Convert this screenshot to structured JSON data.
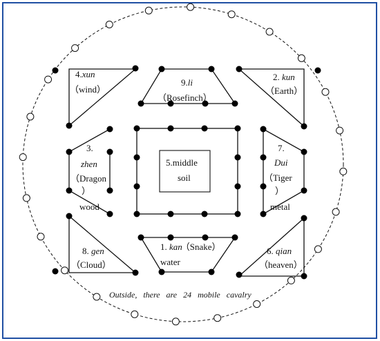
{
  "diagram": {
    "caption": "Outside, there are 24 mobile cavalry",
    "trigrams": {
      "xun": {
        "num": "4.",
        "name": "xun",
        "animal": "（wind）"
      },
      "li": {
        "num": "9.",
        "name": "li",
        "animal": "（Rosefinch）"
      },
      "kun": {
        "num": "2. ",
        "name": "kun",
        "animal": "（Earth）"
      },
      "zhen": {
        "num": "3.",
        "name": "zhen",
        "animal": "（Dragon",
        "close": "）",
        "element": "wood"
      },
      "middle": {
        "line1": "5.middle",
        "line2": "soil"
      },
      "dui": {
        "num": "7.",
        "name": "Dui",
        "animal": "（Tiger",
        "close": "）",
        "element": "metal"
      },
      "gen": {
        "num": "8. ",
        "name": "gen",
        "animal": "（Cloud）"
      },
      "kan": {
        "num": "1. ",
        "name": "kan",
        "animal": "（Snake）",
        "element": "water"
      },
      "qian": {
        "num": "6. ",
        "name": "qian",
        "animal": "（heaven）"
      }
    },
    "colors": {
      "line": "#111111",
      "frame": "#1f4fa3",
      "dot": "#000000",
      "ring": "#ffffff"
    }
  }
}
